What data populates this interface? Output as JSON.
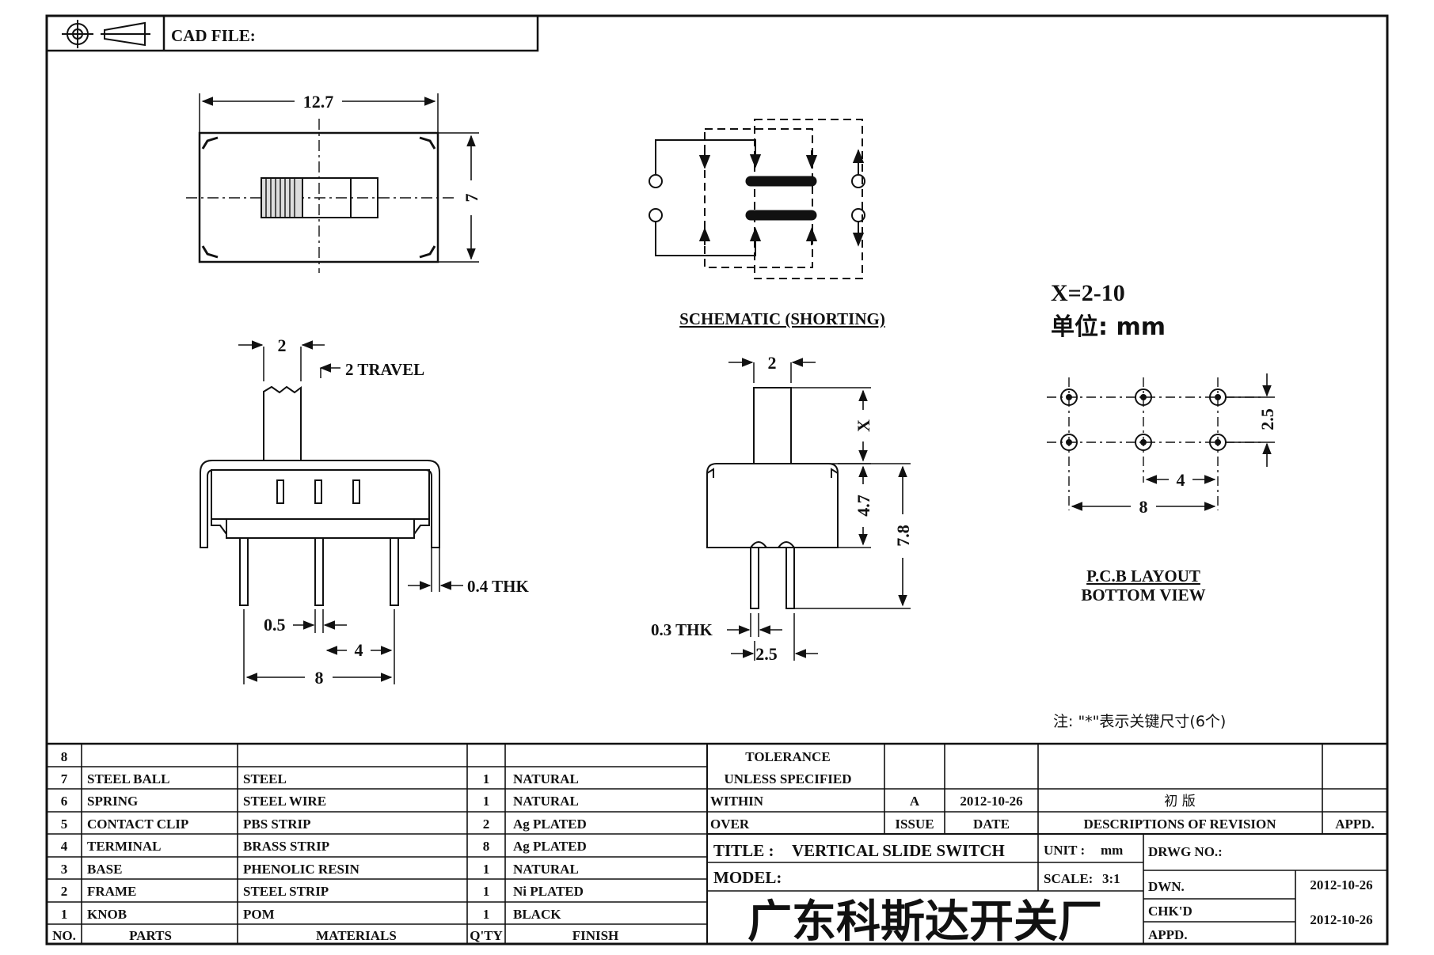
{
  "header": {
    "cad_file_label": "CAD FILE:",
    "projection_icon": "third-angle-projection-icon"
  },
  "top_view": {
    "width_dim": "12.7",
    "height_dim": "7"
  },
  "schematic": {
    "caption": "SCHEMATIC (SHORTING)"
  },
  "notes": {
    "x_range": "X=2-10",
    "unit_line": "单位: mm",
    "footnote": "注: \"*\"表示关键尺寸(6个)"
  },
  "front_view": {
    "actuator_width": "2",
    "travel_label": "2 TRAVEL",
    "pin_thickness": "0.4 THK",
    "pin_width": "0.5",
    "pin_pitch": "4",
    "pin_span": "8"
  },
  "side_view": {
    "actuator_width": "2",
    "x_dim": "X",
    "body_height": "4.7",
    "overall_height": "7.8",
    "pin_thickness": "0.3 THK",
    "pin_pitch": "2.5"
  },
  "pcb_layout": {
    "row_pitch": "2.5",
    "col_pitch": "4",
    "span": "8",
    "caption_line1": "P.C.B LAYOUT",
    "caption_line2": "BOTTOM VIEW"
  },
  "bom": {
    "headers": {
      "no": "NO.",
      "parts": "PARTS",
      "materials": "MATERIALS",
      "qty": "Q'TY",
      "finish": "FINISH"
    },
    "rows": [
      {
        "no": "8",
        "part": "",
        "material": "",
        "qty": "",
        "finish": ""
      },
      {
        "no": "7",
        "part": "STEEL BALL",
        "material": "STEEL",
        "qty": "1",
        "finish": "NATURAL"
      },
      {
        "no": "6",
        "part": "SPRING",
        "material": "STEEL WIRE",
        "qty": "1",
        "finish": "NATURAL"
      },
      {
        "no": "5",
        "part": "CONTACT CLIP",
        "material": "PBS STRIP",
        "qty": "2",
        "finish": "Ag PLATED"
      },
      {
        "no": "4",
        "part": "TERMINAL",
        "material": "BRASS STRIP",
        "qty": "8",
        "finish": "Ag PLATED"
      },
      {
        "no": "3",
        "part": "BASE",
        "material": "PHENOLIC RESIN",
        "qty": "1",
        "finish": "NATURAL"
      },
      {
        "no": "2",
        "part": "FRAME",
        "material": "STEEL STRIP",
        "qty": "1",
        "finish": "Ni PLATED"
      },
      {
        "no": "1",
        "part": "KNOB",
        "material": "POM",
        "qty": "1",
        "finish": "BLACK"
      }
    ]
  },
  "title_block": {
    "tolerance": "TOLERANCE",
    "unless_specified": "UNLESS  SPECIFIED",
    "within": "WITHIN",
    "over": "OVER",
    "revision_mark": "A",
    "revision_date": "2012-10-26",
    "revision_desc": "初  版",
    "issue_label": "ISSUE",
    "date_label": "DATE",
    "desc_label": "DESCRIPTIONS  OF  REVISION",
    "appd_label": "APPD.",
    "title_label": "TITLE :",
    "title_value": "VERTICAL  SLIDE  SWITCH",
    "unit_label": "UNIT :",
    "unit_value": "mm",
    "drwg_label": "DRWG  NO.:",
    "model_label": "MODEL:",
    "scale_label": "SCALE:",
    "scale_value": "3:1",
    "dwn_label": "DWN.",
    "dwn_date": "2012-10-26",
    "chkd_label": "CHK'D",
    "chkd_date": "2012-10-26",
    "appd2_label": "APPD.",
    "manufacturer": "广东科斯达开关厂"
  }
}
